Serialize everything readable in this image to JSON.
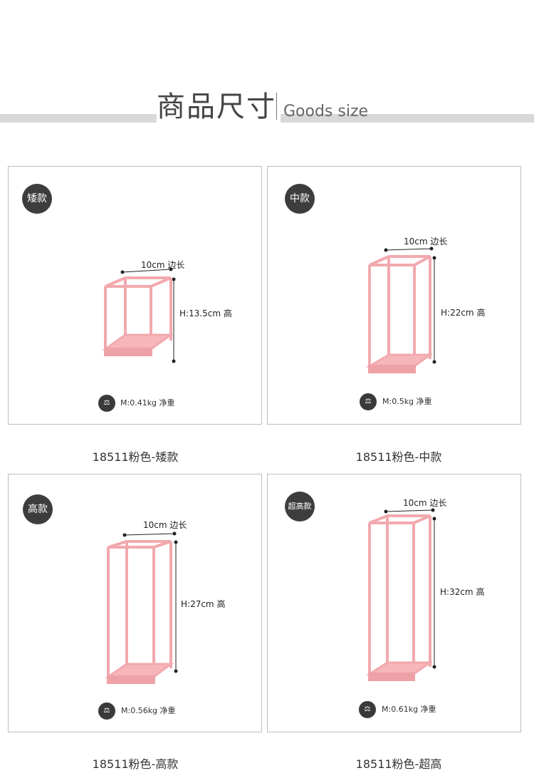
{
  "header": {
    "title_cn": "商品尺寸",
    "title_en": "Goods size"
  },
  "products": [
    {
      "badge": "矮款",
      "width_label": "10cm 边长",
      "height_label": "H:13.5cm  高",
      "weight_label": "M:0.41kg 净重",
      "caption": "18511粉色-矮款"
    },
    {
      "badge": "中款",
      "width_label": "10cm 边长",
      "height_label": "H:22cm  高",
      "weight_label": "M:0.5kg 净重",
      "caption": "18511粉色-中款"
    },
    {
      "badge": "高款",
      "width_label": "10cm 边长",
      "height_label": "H:27cm  高",
      "weight_label": "M:0.56kg 净重",
      "caption": "18511粉色-高款"
    },
    {
      "badge": "超高款",
      "width_label": "10cm 边长",
      "height_label": "H:32cm  高",
      "weight_label": "M:0.61kg 净重",
      "caption": "18511粉色-超高"
    }
  ],
  "colors": {
    "frame": "#f2a9ae",
    "frame_dark": "#e0898f",
    "badge": "#3d3d3d"
  },
  "icons": {
    "weight": "scale-icon"
  }
}
